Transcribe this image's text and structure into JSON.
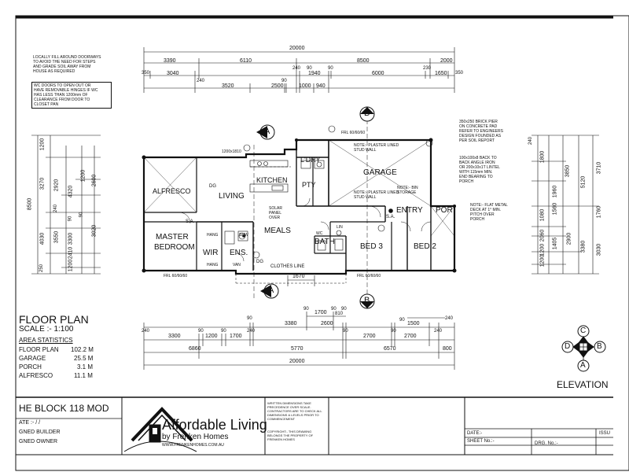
{
  "plan": {
    "notes": {
      "fill": [
        "LOCALLY FILL AROUND DOORWAYS",
        "TO AVOID THE NEED FOR STEPS",
        "AND GRADE SOIL AWAY FROM",
        "HOUSE AS REQUIRED"
      ],
      "wc": [
        "WC DOORS TO OPEN OUT OR",
        "HAVE REMOVABLE HINGES IF WC",
        "HAS LESS THAN 1200mm OF",
        "CLEARANCE FROM DOOR TO",
        "CLOSET PAN"
      ],
      "brick_pier": [
        "350x250 BRICK PIER",
        "ON CONCRETE PAD",
        "REFER TO ENGINEERS",
        "DESIGN FOUNDED AS",
        "PER SOIL REPORT"
      ],
      "angle": [
        "100x100x8 BACK TO",
        "BACK ANGLE IRON",
        "OR 200x10x1T LINTEL",
        "WITH 115mm MIN.",
        "END BEARING TO",
        "PORCH"
      ],
      "roof": [
        "NOTE:- FLAT METAL",
        "DECK AT 1° MIN.",
        "PITCH OVER",
        "PORCH"
      ]
    },
    "rooms": {
      "alfresco": "ALFRESCO",
      "living": "LIVING",
      "kitchen": "KITCHEN",
      "ldry": "L'DRY",
      "pty": "PTY",
      "garage": "GARAGE",
      "entry": "ENTRY",
      "por": "POR",
      "meals": "MEALS",
      "master": "MASTER",
      "bedroom": "BEDROOM",
      "wir": "WIR",
      "ens": "ENS.",
      "bath": "BATH",
      "bed3": "BED 3",
      "bed2": "BED 2",
      "clothes_line": "CLOTHES LINE"
    },
    "labels": {
      "sa1": "S.A.",
      "sa2": "S.A.",
      "dg1": "DG",
      "dg2": "DG",
      "plaster1": "NOTE:- PLASTER LINED STUD WALL",
      "plaster2": "NOTE:- PLASTER LINED STUD WALL",
      "bin": "NOTE:- BIN STORAGE",
      "solar": "SOLAR PANEL OVER",
      "frl1": "FRL 60/60/60",
      "frl2": "FRL 60/60/60",
      "frl3": "FRL 60/60/60",
      "window_top": "1200x1810",
      "hang1": "HANG",
      "hang2": "HANG",
      "shw": "SHW",
      "van": "VAN",
      "lin": "LIN",
      "wc": "WC"
    },
    "section_markers": {
      "a": "A",
      "b": "B"
    },
    "dims_top": {
      "overall": "20000",
      "row1": [
        "3390",
        "6110",
        "8500",
        "2000"
      ],
      "row2": [
        "350",
        "3040",
        "240",
        "90",
        "1940",
        "90",
        "6000",
        "230",
        "1650",
        "350"
      ],
      "row3": [
        "240",
        "3520",
        "2500",
        "90",
        "1000",
        "940"
      ]
    },
    "dims_bottom": {
      "row1": [
        "90",
        "3380",
        "90",
        "2600",
        "90",
        "810",
        "90",
        "90",
        "1500",
        "240"
      ],
      "row1b": [
        "1700"
      ],
      "row2": [
        "240",
        "3300",
        "90",
        "1200",
        "90",
        "1700",
        "240",
        "90",
        "2700",
        "90",
        "2700",
        "240"
      ],
      "row3": [
        "6860",
        "5770",
        "6570",
        "800"
      ],
      "overall": "20000",
      "clothes": "1670"
    },
    "dims_left": {
      "overall": "8500",
      "outer": [
        "1200",
        "3270",
        "4030",
        "250"
      ],
      "mid": [
        "2920",
        "3550",
        "240"
      ],
      "inner": [
        "4320",
        "90",
        "3300",
        "2410",
        "1200"
      ],
      "inner2": [
        "1200",
        "2600",
        "3020",
        "90"
      ]
    },
    "dims_right": {
      "outer": [
        "3710",
        "1760",
        "3030"
      ],
      "mid": [
        "5120",
        "2900",
        "3380"
      ],
      "inner": [
        "3850",
        "1960",
        "1560",
        "1405",
        "1200"
      ],
      "inner2": [
        "1800",
        "1080",
        "2060",
        "240",
        "1200"
      ]
    }
  },
  "floor_plan": {
    "title": "FLOOR PLAN",
    "scale": "SCALE :- 1:100",
    "area_title": "AREA STATISTICS",
    "areas": [
      {
        "label": "FLOOR PLAN",
        "value": "102.2 M"
      },
      {
        "label": "GARAGE",
        "value": "25.5 M"
      },
      {
        "label": "PORCH",
        "value": "3.1 M"
      },
      {
        "label": "ALFRESCO",
        "value": "11.1 M"
      }
    ]
  },
  "compass": {
    "n": "C",
    "w": "D",
    "e": "B",
    "s": "A",
    "title": "ELEVATION"
  },
  "title_block": {
    "job": "HE BLOCK 118 MOD",
    "date": "ATE :-      /      /",
    "builder": "GNED BUILDER",
    "owner": "GNED OWNER",
    "brand_main": "Affordable Living",
    "brand_sub": "by Frenken Homes",
    "brand_url": "WWW.FRENKENHOMES.COM.AU",
    "written": "WRITTEN DIMENSIONS TAKE PRECEDENCE OVER SCALE. CONTRACTORS ARE TO CHECK ALL DIMENSIONS & LEVELS PRIOR TO COMMENCEMENT",
    "copyright": "COPYRIGHT:- THIS DRAWING BELONGS THE PROPERTY OF FRENKEN HOMES",
    "date_label": "DATE:-",
    "sheet_label": "SHEET No.:-",
    "dwg_label": "DRG. No.:-",
    "issue_label": "ISSU"
  }
}
